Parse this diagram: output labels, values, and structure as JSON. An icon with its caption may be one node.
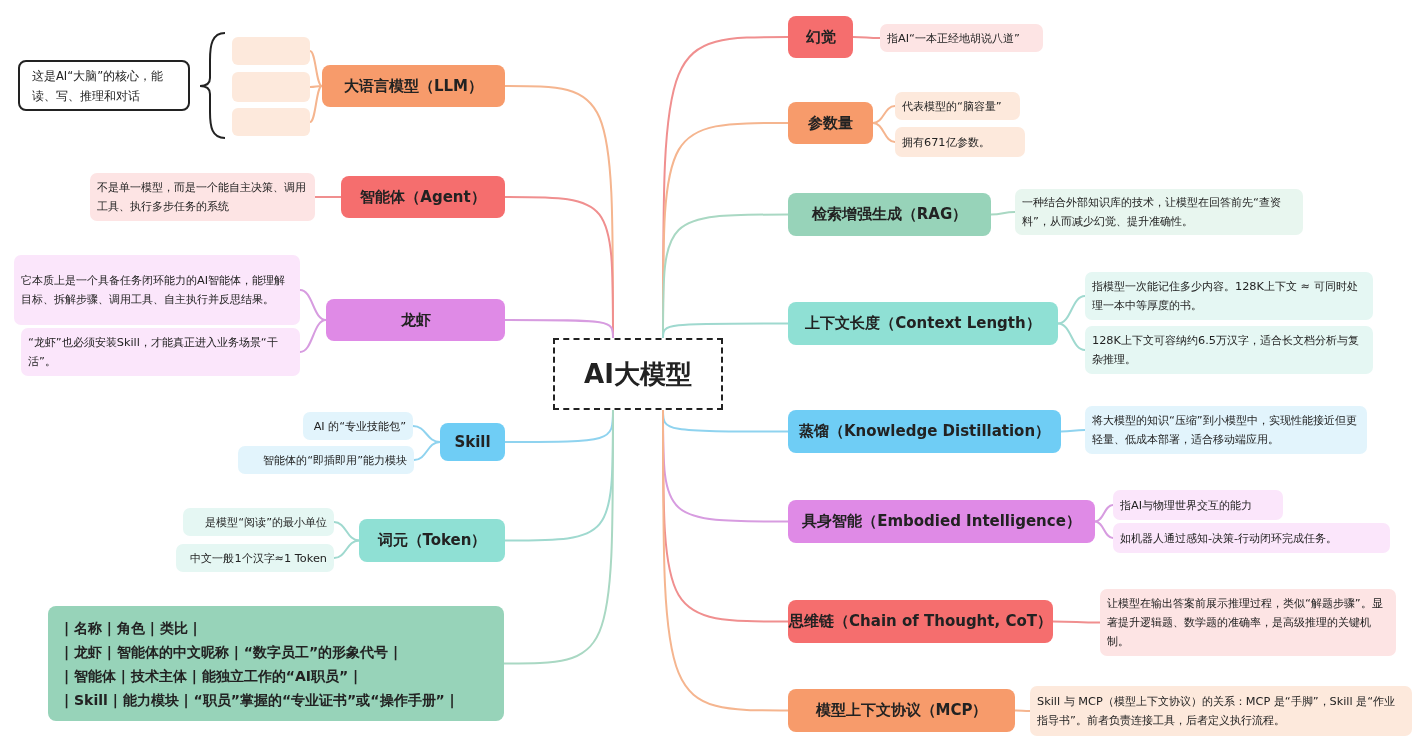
{
  "diagram": {
    "nodes": [
      {
        "text": [
          "AI大模型"
        ]
      },
      {
        "text": [
          "大语言模型（LLM）"
        ]
      },
      {
        "text": [],
        "shape": "box"
      },
      {
        "text": [],
        "shape": "box"
      },
      {
        "text": [],
        "shape": "box"
      },
      {
        "text": [
          "这是AI“大脑”的核心，能读、写、推理和对话"
        ]
      },
      {
        "text": [
          "智能体（Agent）"
        ]
      },
      {
        "text": [
          "不是单一模型，而是一个能自主决策、调用工具、执行多步任务的系统"
        ]
      },
      {
        "text": [
          "龙虾"
        ]
      },
      {
        "text": [
          "它本质上是一个具备任务闭环能力的AI智能体，能理解目标、拆解步骤、调用工具、自主执行并反思结果。"
        ]
      },
      {
        "text": [
          "“龙虾”也必须安装Skill，才能真正进入业务场景“干活”。"
        ]
      },
      {
        "text": [
          "Skill"
        ]
      },
      {
        "text": [
          "AI 的“专业技能包”"
        ]
      },
      {
        "text": [
          "智能体的“即插即用”能力模块"
        ]
      },
      {
        "text": [
          "词元（Token）"
        ]
      },
      {
        "text": [
          "是模型“阅读”的最小单位"
        ]
      },
      {
        "text": [
          "中文一般1个汉字≈1 Token"
        ]
      },
      {
        "text": [
          "| 名称 | 角色 | 类比 |",
          "| 龙虾 | 智能体的中文昵称 | “数字员工”的形象代号 |",
          "| 智能体 | 技术主体 | 能独立工作的“AI职员” |",
          "| Skill | 能力模块 | “职员”掌握的“专业证书”或“操作手册” |"
        ]
      },
      {
        "text": [
          "幻觉"
        ]
      },
      {
        "text": [
          "指AI“一本正经地胡说八道”"
        ]
      },
      {
        "text": [
          "参数量"
        ]
      },
      {
        "text": [
          "代表模型的“脑容量”"
        ]
      },
      {
        "text": [
          "拥有671亿参数。"
        ]
      },
      {
        "text": [
          "检索增强生成（RAG）"
        ]
      },
      {
        "text": [
          "一种结合外部知识库的技术，让模型在回答前先“查资料”，从而减少幻觉、提升准确性。"
        ]
      },
      {
        "text": [
          "上下文长度（Context Length）"
        ]
      },
      {
        "text": [
          "指模型一次能记住多少内容。128K上下文 ≈ 可同时处理一本中等厚度的书。"
        ]
      },
      {
        "text": [
          "128K上下文可容纳约6.5万汉字，适合长文档分析与复杂推理。"
        ]
      },
      {
        "text": [
          "蒸馏（Knowledge Distillation）"
        ]
      },
      {
        "text": [
          "将大模型的知识“压缩”到小模型中，实现性能接近但更轻量、低成本部署，适合移动端应用。"
        ]
      },
      {
        "text": [
          "具身智能（Embodied Intelligence）"
        ]
      },
      {
        "text": [
          "指AI与物理世界交互的能力"
        ]
      },
      {
        "text": [
          "如机器人通过感知-决策-行动闭环完成任务。"
        ]
      },
      {
        "text": [
          "思维链（Chain of Thought, CoT）"
        ]
      },
      {
        "text": [
          "让模型在输出答案前展示推理过程，类似“解题步骤”。显著提升逻辑题、数学题的准确率，是高级推理的关键机制。"
        ]
      },
      {
        "text": [
          "模型上下文协议（MCP）"
        ]
      },
      {
        "text": [
          "Skill 与 MCP（模型上下文协议）的关系：MCP 是“手脚”，Skill 是“作业指导书”。前者负责连接工具，后者定义执行流程。"
        ]
      }
    ],
    "edges": [
      {
        "from": 0,
        "to": 1,
        "arrow": "none",
        "color": "#f5b58f"
      },
      {
        "from": 1,
        "to": 2,
        "arrow": "none",
        "color": "#f5b58f"
      },
      {
        "from": 1,
        "to": 3,
        "arrow": "none",
        "color": "#f5b58f"
      },
      {
        "from": 1,
        "to": 4,
        "arrow": "none",
        "color": "#f5b58f"
      },
      {
        "from": 0,
        "to": 6,
        "arrow": "none",
        "color": "#f08f8f"
      },
      {
        "from": 6,
        "to": 7,
        "arrow": "none",
        "color": "#f08f8f"
      },
      {
        "from": 0,
        "to": 8,
        "arrow": "none",
        "color": "#d79ce0"
      },
      {
        "from": 8,
        "to": 9,
        "arrow": "none",
        "color": "#d79ce0"
      },
      {
        "from": 8,
        "to": 10,
        "arrow": "none",
        "color": "#d79ce0"
      },
      {
        "from": 0,
        "to": 11,
        "arrow": "none",
        "color": "#8fd3ef"
      },
      {
        "from": 11,
        "to": 12,
        "arrow": "none",
        "color": "#8fd3ef"
      },
      {
        "from": 11,
        "to": 13,
        "arrow": "none",
        "color": "#8fd3ef"
      },
      {
        "from": 0,
        "to": 14,
        "arrow": "none",
        "color": "#9fd9cf"
      },
      {
        "from": 14,
        "to": 15,
        "arrow": "none",
        "color": "#9fd9cf"
      },
      {
        "from": 14,
        "to": 16,
        "arrow": "none",
        "color": "#9fd9cf"
      },
      {
        "from": 0,
        "to": 17,
        "arrow": "none",
        "color": "#a9d8c3"
      },
      {
        "from": 0,
        "to": 18,
        "arrow": "none",
        "color": "#f08f8f"
      },
      {
        "from": 18,
        "to": 19,
        "arrow": "none",
        "color": "#f08f8f"
      },
      {
        "from": 0,
        "to": 20,
        "arrow": "none",
        "color": "#f5b58f"
      },
      {
        "from": 20,
        "to": 21,
        "arrow": "none",
        "color": "#f5b58f"
      },
      {
        "from": 20,
        "to": 22,
        "arrow": "none",
        "color": "#f5b58f"
      },
      {
        "from": 0,
        "to": 23,
        "arrow": "none",
        "color": "#a9d8c3"
      },
      {
        "from": 23,
        "to": 24,
        "arrow": "none",
        "color": "#a9d8c3"
      },
      {
        "from": 0,
        "to": 25,
        "arrow": "none",
        "color": "#9fd9cf"
      },
      {
        "from": 25,
        "to": 26,
        "arrow": "none",
        "color": "#9fd9cf"
      },
      {
        "from": 25,
        "to": 27,
        "arrow": "none",
        "color": "#9fd9cf"
      },
      {
        "from": 0,
        "to": 28,
        "arrow": "none",
        "color": "#8fd3ef"
      },
      {
        "from": 28,
        "to": 29,
        "arrow": "none",
        "color": "#8fd3ef"
      },
      {
        "from": 0,
        "to": 30,
        "arrow": "none",
        "color": "#d79ce0"
      },
      {
        "from": 30,
        "to": 31,
        "arrow": "none",
        "color": "#d79ce0"
      },
      {
        "from": 30,
        "to": 32,
        "arrow": "none",
        "color": "#d79ce0"
      },
      {
        "from": 0,
        "to": 33,
        "arrow": "none",
        "color": "#f08f8f"
      },
      {
        "from": 33,
        "to": 34,
        "arrow": "none",
        "color": "#f08f8f"
      },
      {
        "from": 0,
        "to": 35,
        "arrow": "none",
        "color": "#f5b58f"
      },
      {
        "from": 35,
        "to": 36,
        "arrow": "none",
        "color": "#f5b58f"
      }
    ]
  }
}
